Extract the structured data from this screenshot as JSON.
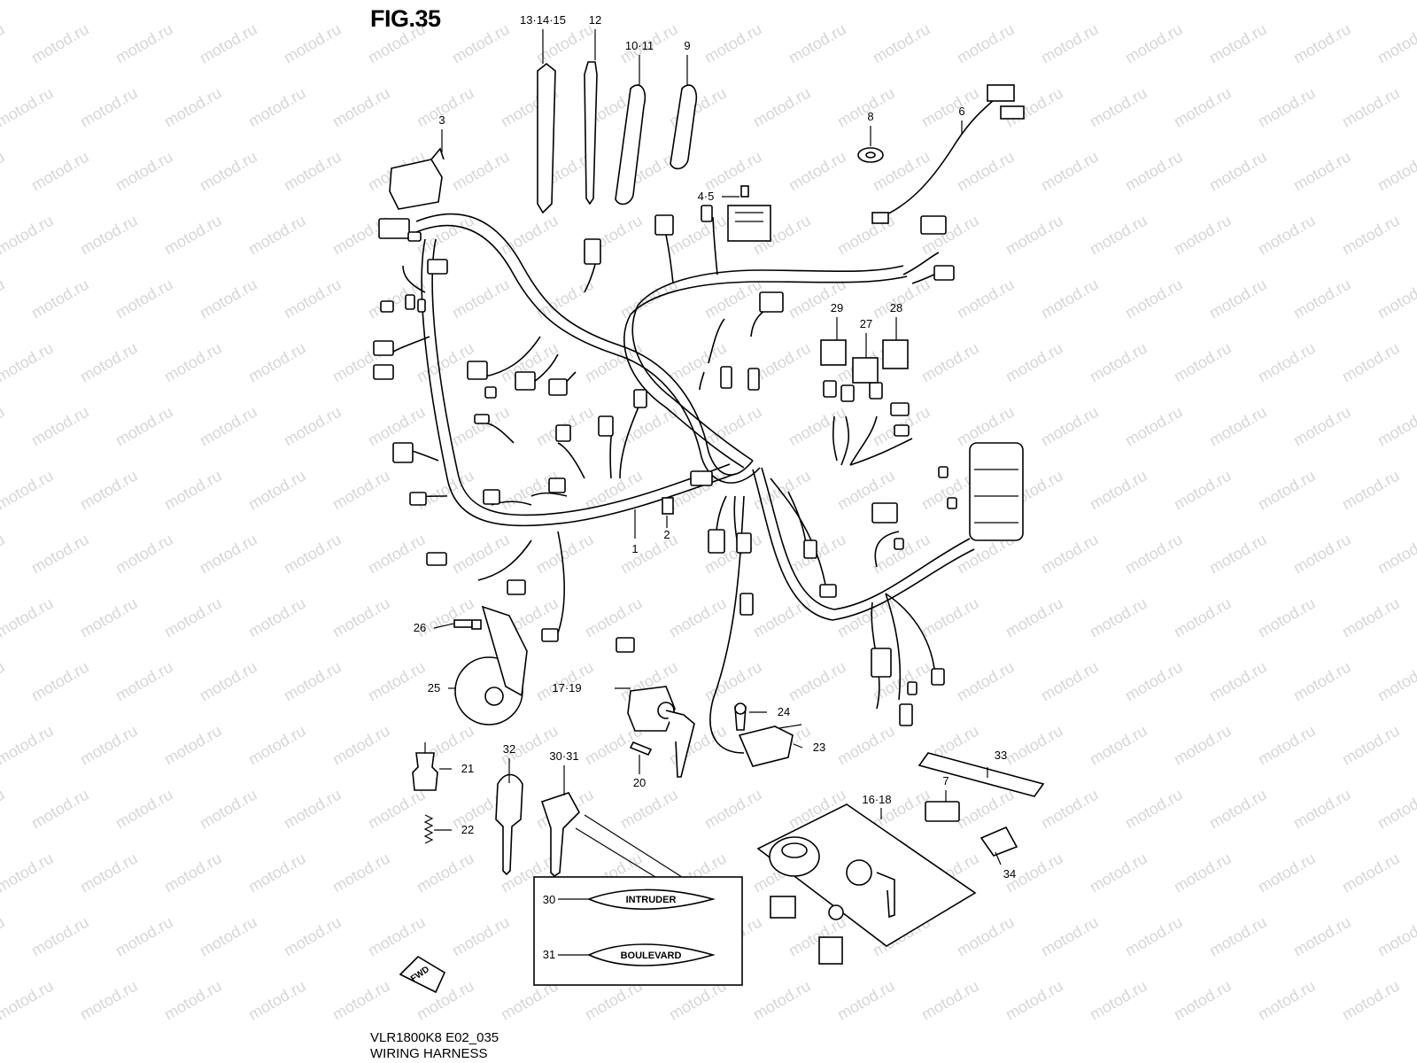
{
  "figure": {
    "title": "FIG.35",
    "model_code": "VLR1800K8 E02_035",
    "caption": "WIRING HARNESS"
  },
  "watermark": {
    "text": "motod.ru",
    "color": "#d6d6d6"
  },
  "callouts": [
    {
      "id": "13-14-15",
      "label": "13·14·15"
    },
    {
      "id": "12",
      "label": "12"
    },
    {
      "id": "10-11",
      "label": "10·11"
    },
    {
      "id": "9",
      "label": "9"
    },
    {
      "id": "3",
      "label": "3"
    },
    {
      "id": "8",
      "label": "8"
    },
    {
      "id": "6",
      "label": "6"
    },
    {
      "id": "4-5",
      "label": "4·5"
    },
    {
      "id": "29",
      "label": "29"
    },
    {
      "id": "27",
      "label": "27"
    },
    {
      "id": "28",
      "label": "28"
    },
    {
      "id": "1",
      "label": "1"
    },
    {
      "id": "2",
      "label": "2"
    },
    {
      "id": "26",
      "label": "26"
    },
    {
      "id": "25",
      "label": "25"
    },
    {
      "id": "17-19",
      "label": "17·19"
    },
    {
      "id": "24",
      "label": "24"
    },
    {
      "id": "23",
      "label": "23"
    },
    {
      "id": "20",
      "label": "20"
    },
    {
      "id": "21",
      "label": "21"
    },
    {
      "id": "22",
      "label": "22"
    },
    {
      "id": "32",
      "label": "32"
    },
    {
      "id": "30-31",
      "label": "30·31"
    },
    {
      "id": "33",
      "label": "33"
    },
    {
      "id": "7",
      "label": "7"
    },
    {
      "id": "16-18",
      "label": "16·18"
    },
    {
      "id": "34",
      "label": "34"
    },
    {
      "id": "30b",
      "label": "30"
    },
    {
      "id": "31b",
      "label": "31"
    }
  ],
  "emblems": [
    {
      "id": "30",
      "text": "INTRUDER"
    },
    {
      "id": "31",
      "text": "BOULEVARD"
    }
  ],
  "direction_marker": {
    "text": "FWD"
  }
}
